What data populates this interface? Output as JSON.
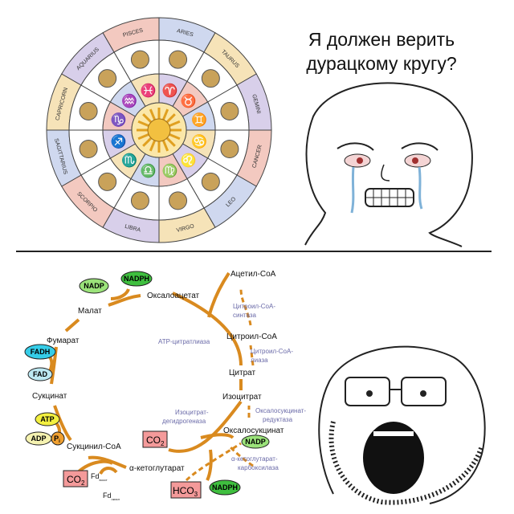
{
  "caption": {
    "line1": "Я должен верить",
    "line2": "дурацкому кругу?"
  },
  "zodiac": {
    "signs": [
      "PISCES",
      "ARIES",
      "TAURUS",
      "GEMINI",
      "CANCER",
      "LEO",
      "VIRGO",
      "LIBRA",
      "SCORPIO",
      "SAGITTARIUS",
      "CAPRICORN",
      "AQUARIUS"
    ],
    "glyphs": [
      "♓",
      "♈",
      "♉",
      "♊",
      "♋",
      "♌",
      "♍",
      "♎",
      "♏",
      "♐",
      "♑",
      "♒"
    ],
    "colors": [
      "#f3c9c0",
      "#cfd8ef",
      "#f6e3b8",
      "#d8cfea",
      "#f3c9c0",
      "#cfd8ef",
      "#f6e3b8",
      "#d8cfea",
      "#f3c9c0",
      "#cfd8ef",
      "#f6e3b8",
      "#d8cfea"
    ]
  },
  "pathway": {
    "metabolites": {
      "acetyl_coa": "Ацетил-CoA",
      "oxaloacetate": "Оксалоацетат",
      "malate": "Малат",
      "fumarate": "Фумарат",
      "succinate": "Сукцинат",
      "succinyl_coa": "Сукцинил-CoA",
      "akg": "α-кетоглутарат",
      "oxalosuccinate": "Оксалосукцинат",
      "isocitrate": "Изоцитрат",
      "citrate": "Цитрат",
      "citroyl_coa": "Цитроил-CoA"
    },
    "enzymes": {
      "citroyl_synthase_1": "Цитроил-CoA-",
      "citroyl_synthase_2": "синтаза",
      "atp_citrate_lyase": "ATP-цитратлиаза",
      "citroyl_lyase_1": "Цитроил-CoA-",
      "citroyl_lyase_2": "лиаза",
      "idh_1": "Изоцитрат-",
      "idh_2": "дегидрогеназа",
      "osr_1": "Оксалосукцинат-",
      "osr_2": "редуктаза",
      "akgc_1": "α-кетоглутарат-",
      "akgc_2": "карбоксилаза"
    },
    "cofactors": {
      "nadp_top": "NADP",
      "nadph_top": "NADPH",
      "fadh": "FADH",
      "fad": "FAD",
      "atp": "ATP",
      "adp": "ADP",
      "pi": "P",
      "pi_sub": "i",
      "co2_mid": "CO",
      "co2_left": "CO",
      "two": "2",
      "hco3": "HCO",
      "three": "3",
      "nadp_right": "NADP",
      "nadph_bottom": "NADPH",
      "fd": "Fd",
      "fd_red": "восст",
      "fd_ox": "окисл"
    },
    "colors": {
      "arrow": "#d98a1f",
      "enzyme": "#6a6aa8"
    }
  }
}
